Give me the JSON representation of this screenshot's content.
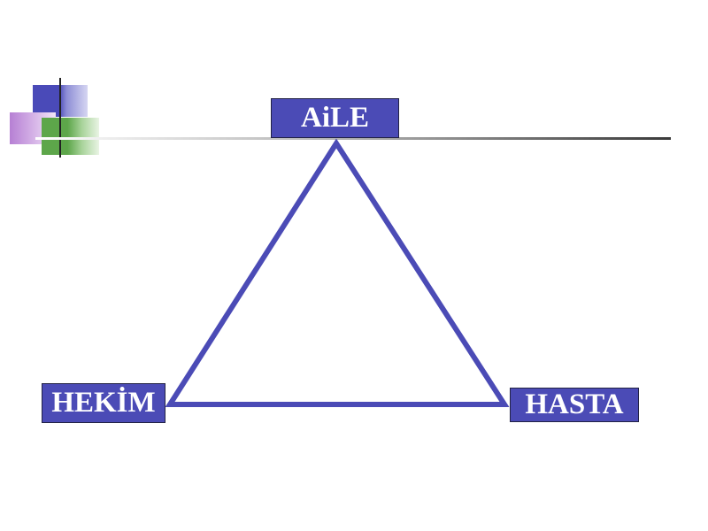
{
  "diagram": {
    "type": "triangle-relationship",
    "nodes": [
      {
        "id": "top",
        "label": "AiLE"
      },
      {
        "id": "left",
        "label": "HEKİM"
      },
      {
        "id": "right",
        "label": "HASTA"
      }
    ],
    "edges": [
      {
        "from": "top",
        "to": "left"
      },
      {
        "from": "top",
        "to": "right"
      },
      {
        "from": "left",
        "to": "right"
      }
    ]
  },
  "colors": {
    "node_fill": "#4b4bb6",
    "node_text": "#ffffff",
    "edge": "#4b4bb6"
  }
}
